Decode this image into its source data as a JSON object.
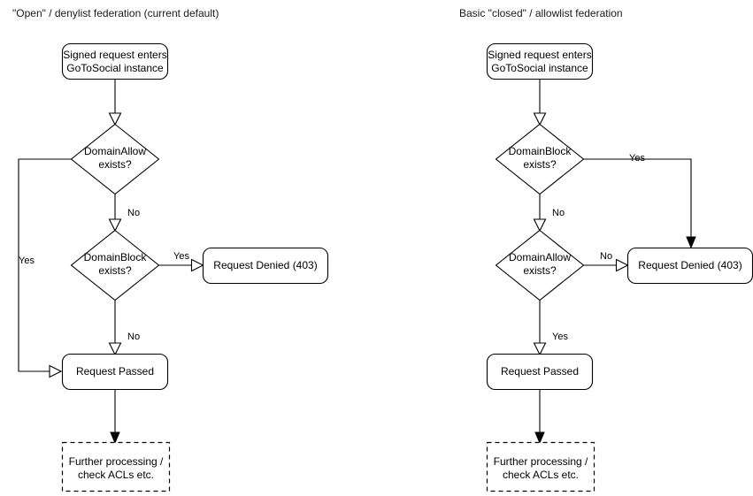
{
  "charts": [
    {
      "id": "open-denylist",
      "title": "\"Open\" / denylist federation (current default)",
      "nodes": {
        "start": {
          "line1": "Signed request enters",
          "line2": "GoToSocial instance"
        },
        "decision1": {
          "line1": "DomainAllow",
          "line2": "exists?"
        },
        "decision2": {
          "line1": "DomainBlock",
          "line2": "exists?"
        },
        "denied": {
          "label": "Request Denied (403)"
        },
        "passed": {
          "label": "Request Passed"
        },
        "further": {
          "line1": "Further processing /",
          "line2": "check ACLs etc."
        }
      },
      "edges": {
        "allow_yes": "Yes",
        "allow_no": "No",
        "block_yes": "Yes",
        "block_no": "No"
      }
    },
    {
      "id": "closed-allowlist",
      "title": "Basic \"closed\" / allowlist federation",
      "nodes": {
        "start": {
          "line1": "Signed request enters",
          "line2": "GoToSocial instance"
        },
        "decision1": {
          "line1": "DomainBlock",
          "line2": "exists?"
        },
        "decision2": {
          "line1": "DomainAllow",
          "line2": "exists?"
        },
        "denied": {
          "label": "Request Denied (403)"
        },
        "passed": {
          "label": "Request Passed"
        },
        "further": {
          "line1": "Further processing /",
          "line2": "check ACLs etc."
        }
      },
      "edges": {
        "block_yes": "Yes",
        "block_no": "No",
        "allow_no": "No",
        "allow_yes": "Yes"
      }
    }
  ],
  "style": {
    "stroke": "#000000",
    "fill": "#ffffff",
    "background": "#ffffff",
    "title_color": "#1a1a1a"
  }
}
